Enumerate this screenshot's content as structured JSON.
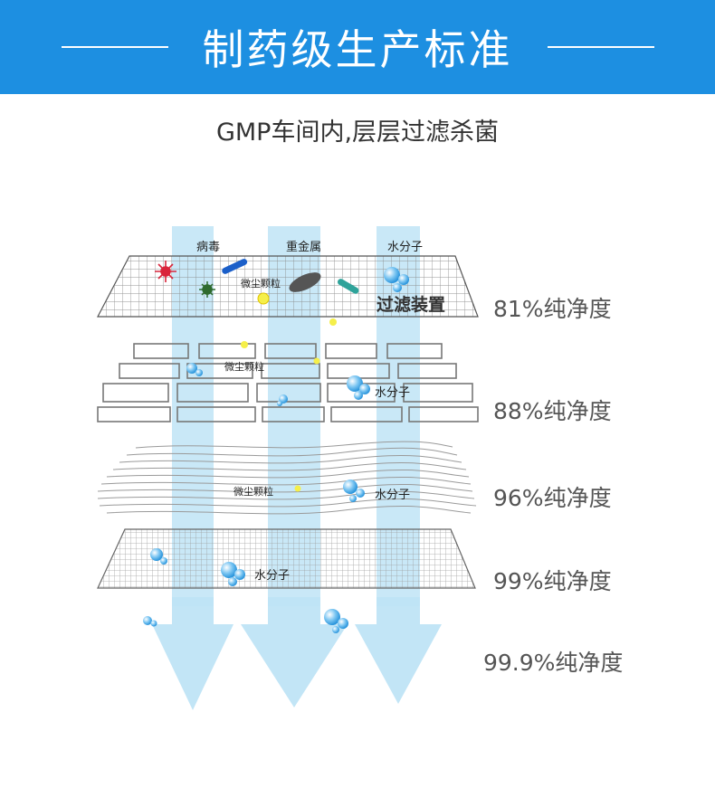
{
  "header": {
    "title": "制药级生产标准"
  },
  "subtitle": "GMP车间内,层层过滤杀菌",
  "layers": [
    {
      "purity": "81%纯净度"
    },
    {
      "purity": "88%纯净度"
    },
    {
      "purity": "96%纯净度"
    },
    {
      "purity": "99%纯净度"
    },
    {
      "purity": "99.9%纯净度"
    }
  ],
  "labels": {
    "virus": "病毒",
    "heavy_metal": "重金属",
    "water_molecule": "水分子",
    "dust": "微尘颗粒",
    "filter_device": "过滤装置"
  },
  "colors": {
    "banner": "#1d8fe1",
    "arrow": "#bfe4f6",
    "bubble": "#3aa6e6",
    "grid": "#8a8a8a"
  }
}
